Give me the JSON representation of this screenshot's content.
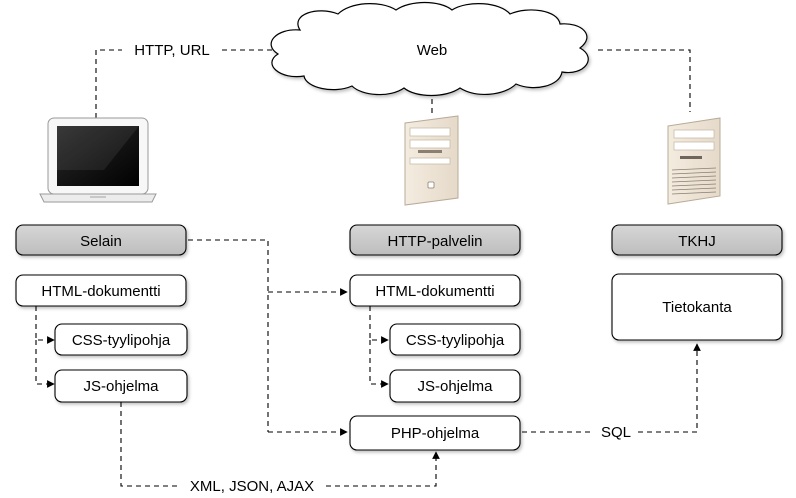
{
  "cloud": {
    "label": "Web"
  },
  "edge_labels": {
    "http_url": "HTTP, URL",
    "sql": "SQL",
    "xml_json_ajax": "XML, JSON, AJAX"
  },
  "client": {
    "header": "Selain",
    "document": "HTML-dokumentti",
    "stylesheet": "CSS-tyylipohja",
    "script": "JS-ohjelma"
  },
  "server": {
    "header": "HTTP-palvelin",
    "document": "HTML-dokumentti",
    "stylesheet": "CSS-tyylipohja",
    "script": "JS-ohjelma",
    "php": "PHP-ohjelma"
  },
  "database": {
    "header": "TKHJ",
    "store": "Tietokanta"
  },
  "icons": [
    "laptop-icon",
    "tower-server-icon",
    "database-server-icon",
    "cloud-icon"
  ],
  "colors": {
    "header_fill": "#c8c8c8",
    "box_fill": "#ffffff",
    "stroke": "#000000"
  }
}
